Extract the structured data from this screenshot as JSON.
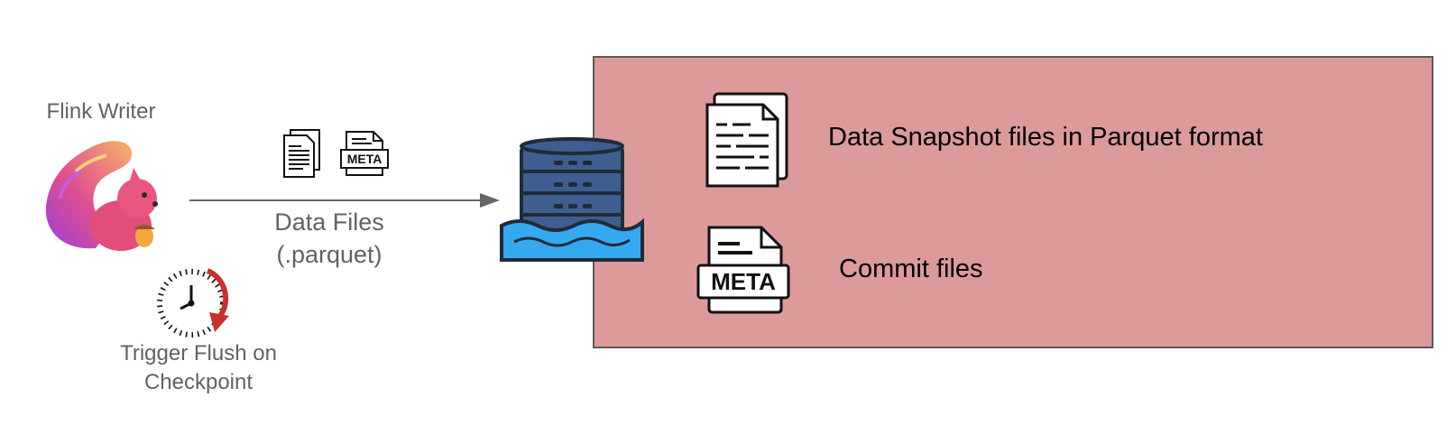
{
  "flink": {
    "title": "Flink Writer",
    "icon": "squirrel-mascot-icon"
  },
  "arrow": {
    "label_line1": "Data Files",
    "label_line2": "(.parquet)"
  },
  "files": {
    "meta_text": "META"
  },
  "timer": {
    "label_line1": "Trigger Flush on",
    "label_line2": "Checkpoint",
    "icon": "clock-icon"
  },
  "lake": {
    "icon": "data-lake-database-icon"
  },
  "panel": {
    "background": "#dd9a9a",
    "snapshot_label": "Data Snapshot files in Parquet format",
    "commit_label": "Commit files",
    "meta_text": "META"
  },
  "colors": {
    "gray_text": "#5f6368",
    "db_blue": "#3f5e8f",
    "water_blue": "#35a9f0",
    "timer_red": "#c9302c"
  }
}
